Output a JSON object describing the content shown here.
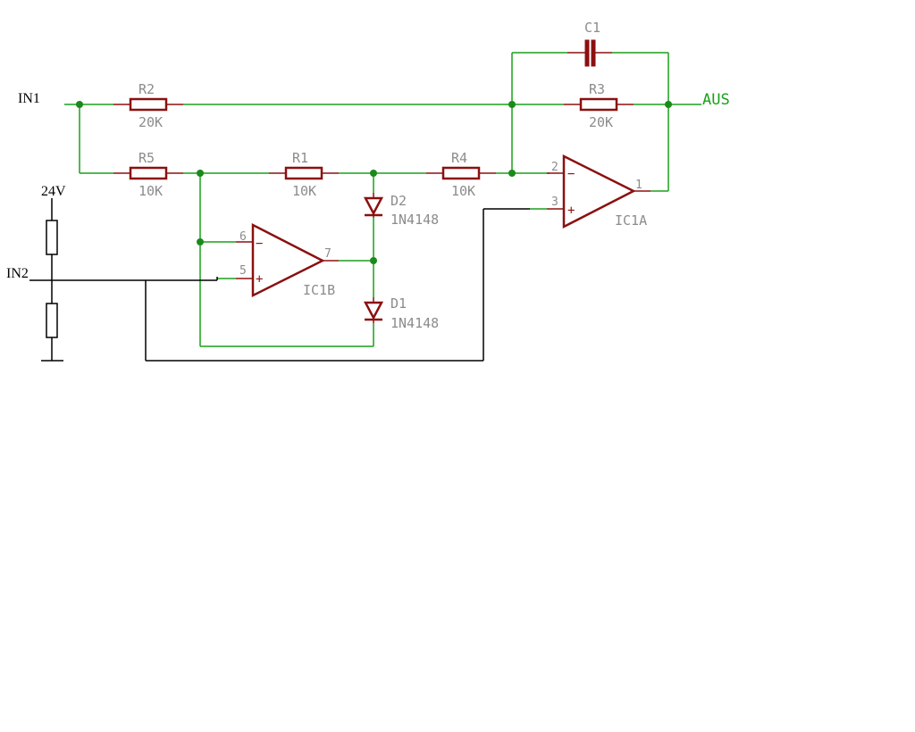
{
  "inputs": {
    "in1": "IN1",
    "in2": "IN2",
    "supply": "24V"
  },
  "output": {
    "label": "AUS"
  },
  "resistors": {
    "r1": {
      "name": "R1",
      "value": "10K"
    },
    "r2": {
      "name": "R2",
      "value": "20K"
    },
    "r3": {
      "name": "R3",
      "value": "20K"
    },
    "r4": {
      "name": "R4",
      "value": "10K"
    },
    "r5": {
      "name": "R5",
      "value": "10K"
    }
  },
  "capacitors": {
    "c1": {
      "name": "C1"
    }
  },
  "diodes": {
    "d1": {
      "name": "D1",
      "value": "1N4148"
    },
    "d2": {
      "name": "D2",
      "value": "1N4148"
    }
  },
  "opamps": {
    "ic1a": {
      "name": "IC1A",
      "pin_inv": "2",
      "pin_noninv": "3",
      "pin_out": "1"
    },
    "ic1b": {
      "name": "IC1B",
      "pin_inv": "6",
      "pin_noninv": "5",
      "pin_out": "7"
    }
  },
  "symbols": {
    "minus": "−",
    "plus": "+"
  }
}
